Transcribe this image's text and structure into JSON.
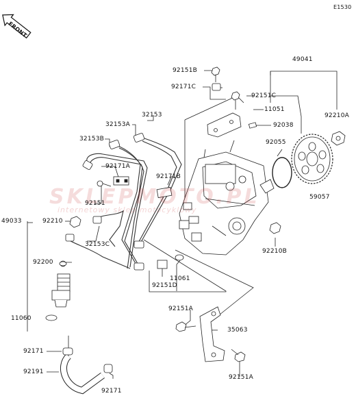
{
  "diagram_code": "E1530",
  "front_label": "FRONT",
  "watermark": {
    "main": "SKLEPMOTO.PL",
    "sub": "internetowy sklep motocyklowy"
  },
  "parts": {
    "p92151B": "92151B",
    "p92171C": "92171C",
    "p92151C": "92151C",
    "p49041": "49041",
    "p11051": "11051",
    "p92038": "92038",
    "p92210A": "92210A",
    "p32153": "32153",
    "p32153A": "32153A",
    "p32153B": "32153B",
    "p92171A": "92171A",
    "p92171B": "92171B",
    "p92055": "92055",
    "p92151": "92151",
    "p59057": "59057",
    "p49033": "49033",
    "p92210": "92210",
    "p32153C": "32153C",
    "p92210B": "92210B",
    "p92200": "92200",
    "p11061": "11061",
    "p92151D": "92151D",
    "p11060": "11060",
    "p92151A_top": "92151A",
    "p35063": "35063",
    "p92171": "92171",
    "p92191": "92191",
    "p92171_bottom": "92171",
    "p92151A_bottom": "92151A"
  }
}
